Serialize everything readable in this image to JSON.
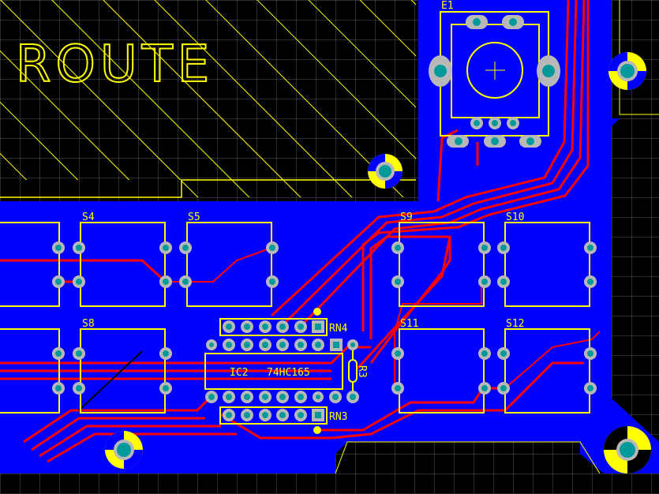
{
  "board": {
    "area_label": "ROUTE",
    "encoder": "E1",
    "switches": [
      "S4",
      "S5",
      "S8",
      "S9",
      "S10",
      "S11",
      "S12"
    ],
    "ic": {
      "ref": "IC2",
      "value": "74HC165"
    },
    "resistor_networks": [
      "RN4",
      "RN3"
    ],
    "resistor": "R3",
    "colors": {
      "copper_pour": "#0000ff",
      "trace": "#ff0000",
      "silkscreen": "#ffff00",
      "pad": "#009a9a",
      "grid": "#5a5a5a",
      "background": "#000000"
    }
  }
}
